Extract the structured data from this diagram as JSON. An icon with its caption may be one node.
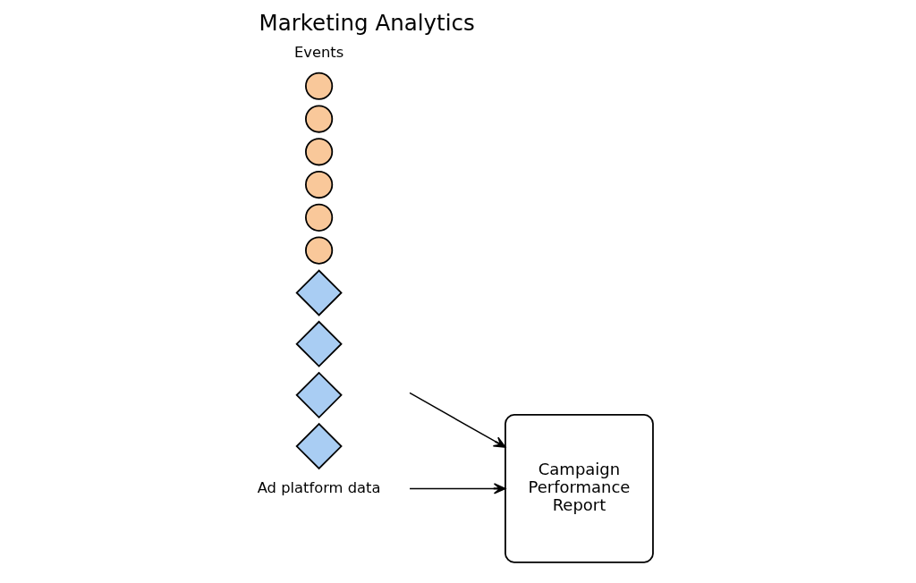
{
  "diagram": {
    "title": "Marketing Analytics",
    "nodes": [
      {
        "text": [],
        "shape": "circle"
      },
      {
        "text": [],
        "shape": "circle"
      },
      {
        "text": [],
        "shape": "circle"
      },
      {
        "text": [],
        "shape": "circle"
      },
      {
        "text": [],
        "shape": "circle"
      },
      {
        "text": [],
        "shape": "circle"
      },
      {
        "text": [],
        "shape": "diamond"
      },
      {
        "text": [],
        "shape": "diamond"
      },
      {
        "text": [],
        "shape": "diamond"
      },
      {
        "text": [],
        "shape": "diamond"
      },
      {
        "text": [
          "Campaign Performance Report"
        ]
      }
    ],
    "edges": [
      {
        "from": null,
        "to": 10,
        "arrow": "to"
      },
      {
        "from": null,
        "to": 10,
        "arrow": "to"
      }
    ],
    "labels": [
      "Events",
      "Ad platform data"
    ]
  }
}
